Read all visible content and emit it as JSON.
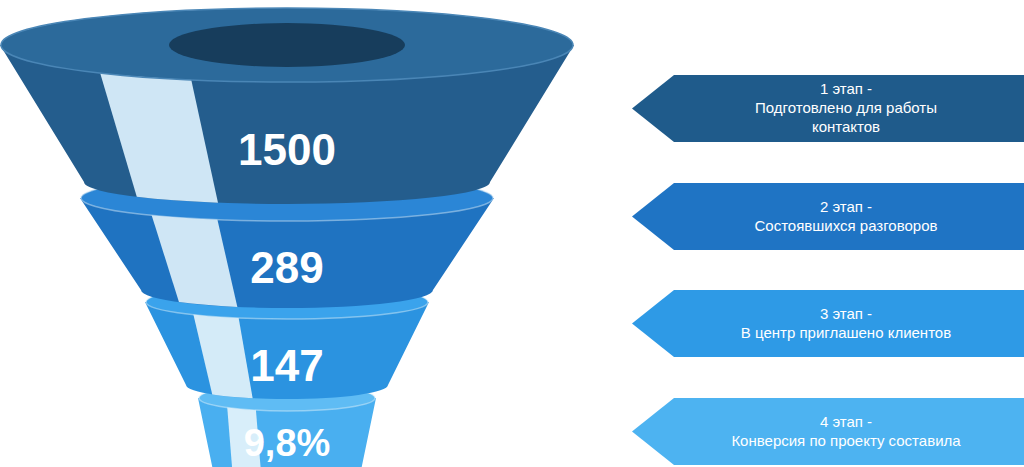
{
  "diagram": {
    "nodes": [
      {
        "text": [
          "1500"
        ]
      },
      {
        "text": [
          "1 этап -",
          "Подготовлено для работы контактов"
        ]
      },
      {
        "text": [
          "289"
        ]
      },
      {
        "text": [
          "2 этап -",
          "Состоявшихся разговоров"
        ]
      },
      {
        "text": [
          "147"
        ]
      },
      {
        "text": [
          "3 этап -",
          "В центр приглашено клиентов"
        ]
      },
      {
        "text": [
          "9,8%"
        ]
      },
      {
        "text": [
          "4 этап -",
          "Конверсия по проекту составила"
        ]
      }
    ]
  }
}
